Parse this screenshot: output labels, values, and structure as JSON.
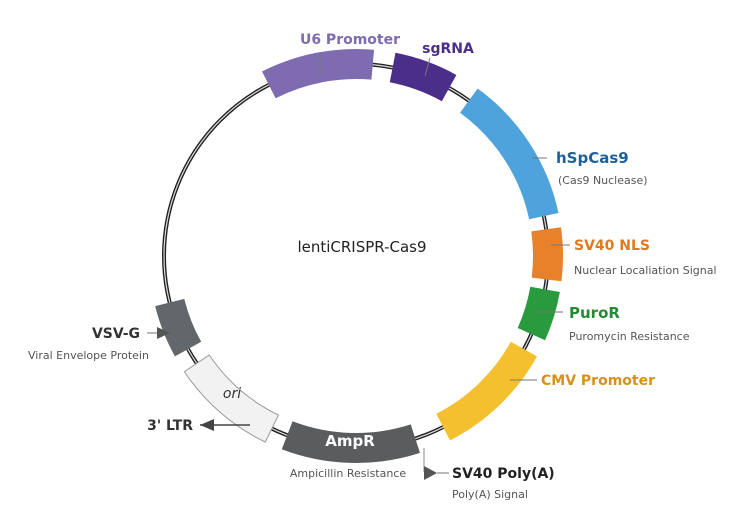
{
  "plasmid": {
    "name": "lentiCRISPR-Cas9",
    "features": [
      {
        "id": "u6-promoter",
        "label": "U6 Promoter",
        "sublabel": "",
        "start_deg": -27,
        "end_deg": 5,
        "color": "#7e6bb0",
        "label_color": "#7e6bb0"
      },
      {
        "id": "sgrna",
        "label": "sgRNA",
        "sublabel": "",
        "start_deg": 11,
        "end_deg": 29,
        "color": "#4b2d8a",
        "label_color": "#4b2d8a"
      },
      {
        "id": "hspcas9",
        "label": "hSpCas9",
        "sublabel": "(Cas9 Nuclease)",
        "start_deg": 36,
        "end_deg": 78,
        "color": "#4fa3dc",
        "label_color": "#1f5f9a"
      },
      {
        "id": "sv40-nls",
        "label": "SV40 NLS",
        "sublabel": "Nuclear Localiation Signal",
        "start_deg": 82,
        "end_deg": 97,
        "color": "#e8822a",
        "label_color": "#e07a1f"
      },
      {
        "id": "puror",
        "label": "PuroR",
        "sublabel": "Puromycin Resistance",
        "start_deg": 100,
        "end_deg": 114,
        "color": "#2a9a3e",
        "label_color": "#238a35"
      },
      {
        "id": "cmv-promoter",
        "label": "CMV Promoter",
        "sublabel": "",
        "start_deg": 119,
        "end_deg": 153,
        "color": "#f4c030",
        "label_color": "#d9901a"
      },
      {
        "id": "ampr",
        "label": "AmpR",
        "sublabel": "Ampicillin Resistance",
        "start_deg": 162,
        "end_deg": 201,
        "color": "#5a5c5e",
        "label_color": "#ffffff"
      },
      {
        "id": "ori",
        "label": "ori",
        "sublabel": "",
        "start_deg": 206,
        "end_deg": 236,
        "color": "#f2f2f2",
        "label_color": "#333333"
      },
      {
        "id": "vsv-g",
        "label": "VSV-G",
        "sublabel": "Viral Envelope Protein",
        "start_deg": 241,
        "end_deg": 256,
        "color": "#63676b",
        "label_color": "#333333"
      }
    ],
    "markers": [
      {
        "id": "three-ltr",
        "label": "3' LTR",
        "sublabel": ""
      },
      {
        "id": "sv40-polya",
        "label": "SV40 Poly(A)",
        "sublabel": "Poly(A) Signal"
      }
    ]
  }
}
